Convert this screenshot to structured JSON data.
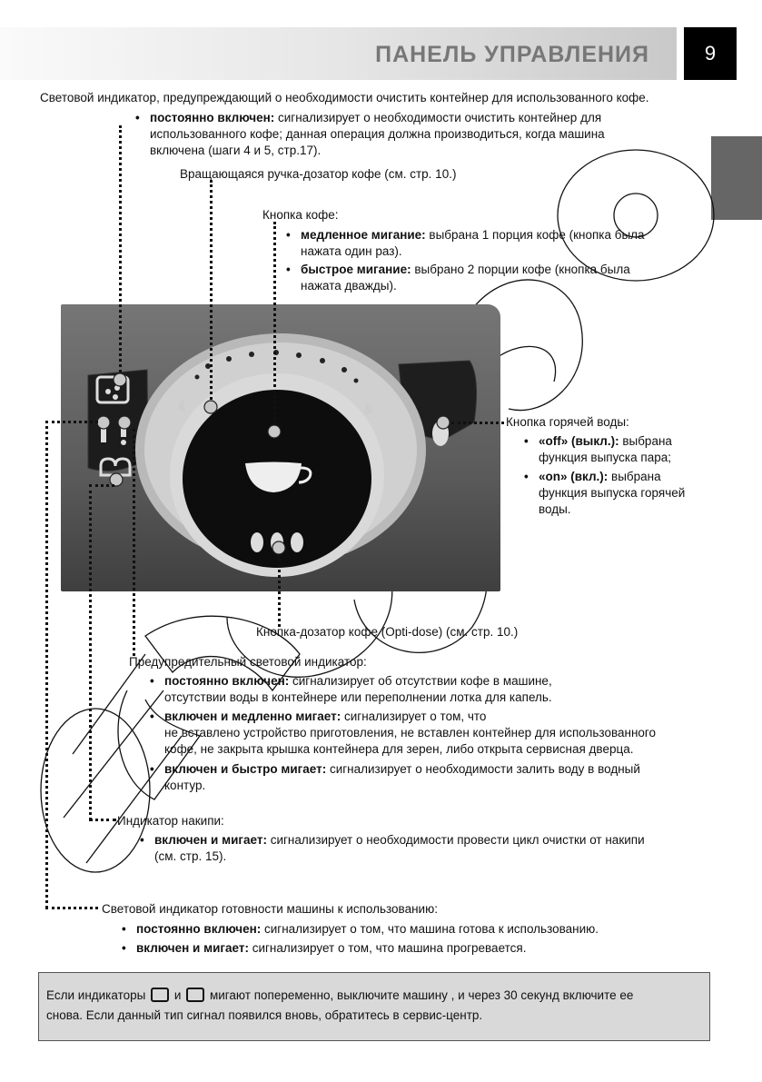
{
  "header": {
    "title": "ПАНЕЛЬ УПРАВЛЕНИЯ",
    "page_number": "9"
  },
  "clean_indicator": {
    "title": "Световой индикатор, предупреждающий о необходимости очистить контейнер для использованного кофе.",
    "bullet_bold": "постоянно включен:",
    "bullet_line1": " сигнализирует о необходимости очистить контейнер для",
    "bullet_line2": "использованного кофе; данная операция должна производиться, когда машина",
    "bullet_line3": "включена (шаги 4 и 5, стр.17)."
  },
  "dosing_knob": {
    "label": "Вращающаяся ручка-дозатор кофе (см. стр. 10.)"
  },
  "coffee_button": {
    "title": "Кнопка кофе:",
    "slow_bold": "медленное мигание:",
    "slow_line1": " выбрана 1 порция кофе (кнопка была",
    "slow_line2": "нажата один раз).",
    "fast_bold": "быстрое мигание:",
    "fast_line1": " выбрано 2 порции кофе (кнопка была",
    "fast_line2": "нажата дважды)."
  },
  "hot_water": {
    "title": "Кнопка горячей воды:",
    "off_bold": "«off» (выкл.):",
    "off_line1": " выбрана",
    "off_line2": "функция выпуска пара;",
    "on_bold": "«on» (вкл.):",
    "on_line1": " выбрана",
    "on_line2": "функция выпуска горячей",
    "on_line3": "воды."
  },
  "opti_dose": {
    "label": "Кнопка-дозатор кофе (Opti-dose)  (см. стр. 10.)"
  },
  "warning": {
    "title": "Предупредительный световой индикатор:",
    "b1_bold": "постоянно включен:",
    "b1_line1": "  сигнализирует об отсутствии кофе в машине,",
    "b1_line2": "отсутствии воды в контейнере или переполнении лотка для капель.",
    "b2_bold": "включен и медленно мигает:",
    "b2_line1": "  сигнализирует о том, что",
    "b2_line2": "не вставлено устройство приготовления, не вставлен контейнер для использованного",
    "b2_line3": "кофе, не закрыта крышка контейнера для зерен, либо открыта сервисная дверца.",
    "b3_bold": "включен и быстро мигает:",
    "b3_line1": " сигнализирует о необходимости залить воду в водный",
    "b3_line2": "контур."
  },
  "descale": {
    "title": "Индикатор накипи:",
    "b_bold": "включен и мигает:",
    "b_line1": " сигнализирует о необходимости провести цикл очистки от накипи",
    "b_line2": "(см. стр. 15)."
  },
  "ready": {
    "title": "Световой индикатор готовности машины к использованию:",
    "b1_bold": "постоянно включен:",
    "b1_text": " сигнализирует о том, что машина готова к использованию.",
    "b2_bold": "включен и мигает:",
    "b2_text": " сигнализирует о том, что машина прогревается."
  },
  "note": {
    "text1": "Если индикаторы",
    "text2": "и",
    "text3": "мигают попеременно, выключите машину , и через 30 секунд включите ее",
    "text4": "снова. Если данный тип сигнал появился вновь, обратитесь в сервис-центр."
  },
  "colors": {
    "header_text": "#777777",
    "page_box": "#000000",
    "side_tab": "#666666",
    "note_bg": "#d9d9d9",
    "panel": "#5a5a5a"
  }
}
